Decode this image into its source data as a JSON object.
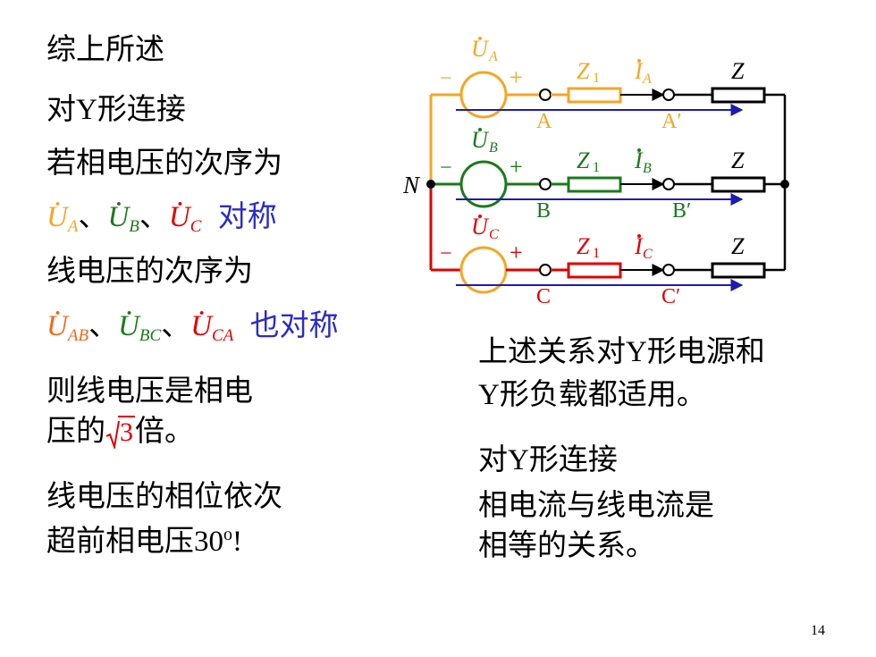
{
  "left": {
    "heading": "综上所述",
    "y_conn": "对Y形连接",
    "phase_seq": "若相电压的次序为",
    "phase_syms": [
      {
        "letter": "U",
        "sub": "A",
        "color": "#f5a623"
      },
      {
        "letter": "U",
        "sub": "B",
        "color": "#1a7a1a"
      },
      {
        "letter": "U",
        "sub": "C",
        "color": "#e00000"
      }
    ],
    "separator": "、",
    "symmetric": "对称",
    "line_seq": "线电压的次序为",
    "line_syms": [
      {
        "letter": "U",
        "sub": "AB",
        "color": "#ee6a1a"
      },
      {
        "letter": "U",
        "sub": "BC",
        "color": "#1a7a1a"
      },
      {
        "letter": "U",
        "sub": "CA",
        "color": "#e00000"
      }
    ],
    "also_symmetric": "也对称",
    "ratio_line1": "则线电压是相电",
    "ratio_line2_pre": "压的",
    "ratio_sqrt": "3",
    "ratio_line2_post": "倍。",
    "lead_line1": "线电压的相位依次",
    "lead_line2_pre": "超前相电压30",
    "lead_deg": "o",
    "lead_line2_post": "!"
  },
  "right": {
    "applies_1": "上述关系对Y形电源和",
    "applies_2": "Y形负载都适用。",
    "y_conn": "对Y形连接",
    "current_1": "相电流与线电流是",
    "current_2": "相等的关系。"
  },
  "circuit": {
    "neutral": "N",
    "minus": "−",
    "plus": "+",
    "z1": "Z",
    "z1_sub": "1",
    "z": "Z",
    "phases": [
      {
        "src": "U",
        "src_sub": "A",
        "cur": "I",
        "cur_sub": "A",
        "node": "A",
        "node_p": "A′",
        "color": "#f5a623"
      },
      {
        "src": "U",
        "src_sub": "B",
        "cur": "I",
        "cur_sub": "B",
        "node": "B",
        "node_p": "B′",
        "color": "#1a7a1a"
      },
      {
        "src": "U",
        "src_sub": "C",
        "cur": "I",
        "cur_sub": "C",
        "node": "C",
        "node_p": "C′",
        "color": "#e00000"
      }
    ],
    "arrow_color": "#1c1cb0"
  },
  "page_number": "14",
  "colors": {
    "blue_text": "#2b2bc8"
  }
}
